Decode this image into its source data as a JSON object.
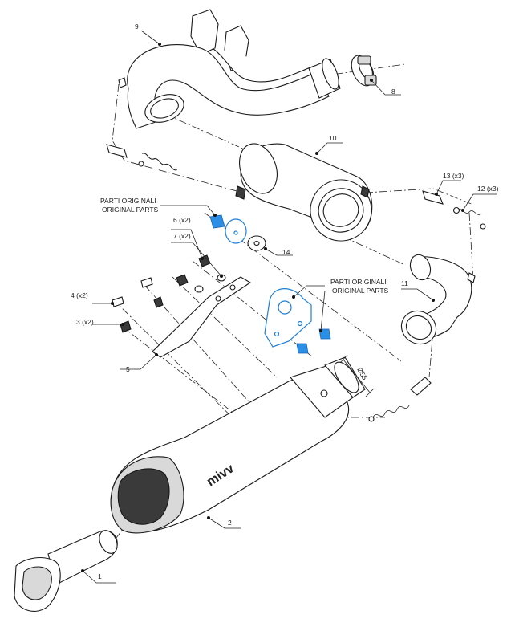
{
  "labels": {
    "p1": "1",
    "p2": "2",
    "p3": "3 (x2)",
    "p4": "4 (x2)",
    "p5": "5",
    "p6": "6 (x2)",
    "p7": "7 (x2)",
    "p8": "8",
    "p9": "9",
    "p10": "10",
    "p11": "11",
    "p12": "12 (x3)",
    "p13": "13 (x3)",
    "p14": "14",
    "orig1_it": "PARTI ORIGINALI",
    "orig1_en": "ORIGINAL PARTS",
    "orig2_it": "PARTI ORIGINALI",
    "orig2_en": "ORIGINAL PARTS",
    "dimension": "Ø55"
  },
  "colors": {
    "original_parts_highlight": "#2b8fe6",
    "line": "#1a1a1a"
  },
  "brand_logo": "mivv"
}
